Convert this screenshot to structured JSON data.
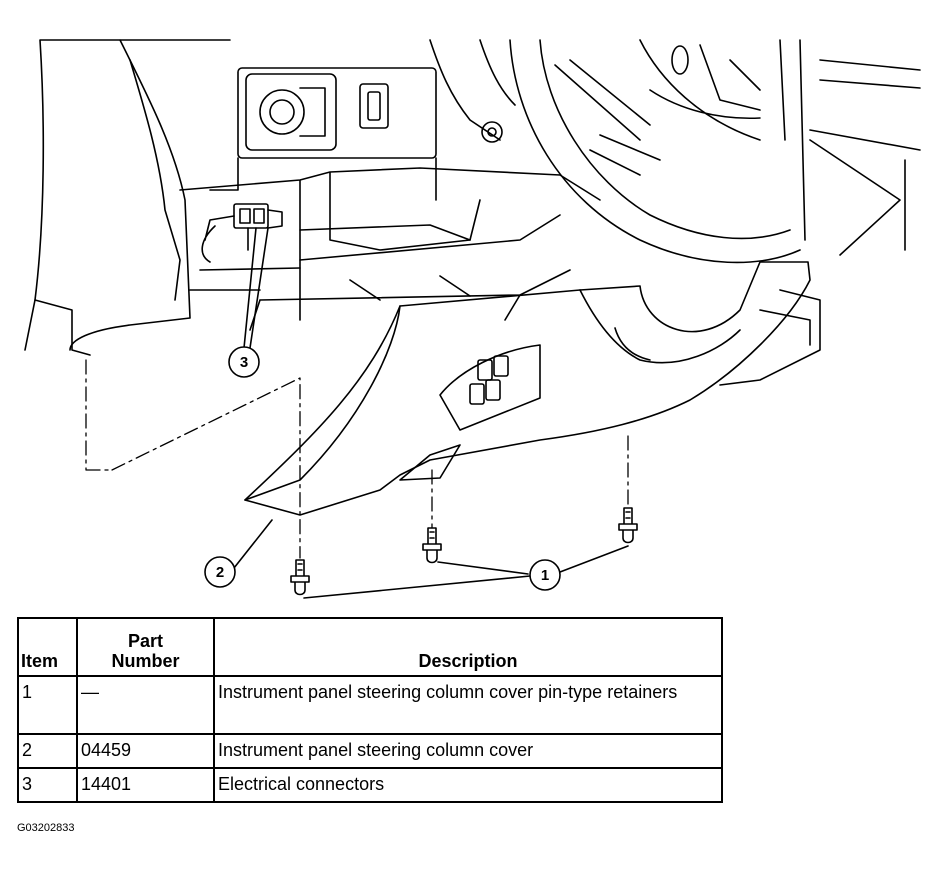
{
  "callouts": {
    "c1": "1",
    "c2": "2",
    "c3": "3"
  },
  "table": {
    "headers": {
      "item": "Item",
      "part_number_line1": "Part",
      "part_number_line2": "Number",
      "description": "Description"
    },
    "rows": [
      {
        "item": "1",
        "part_number": "—",
        "description": "Instrument panel steering column cover pin-type retainers"
      },
      {
        "item": "2",
        "part_number": "04459",
        "description": "Instrument panel steering column cover"
      },
      {
        "item": "3",
        "part_number": "14401",
        "description": "Electrical connectors"
      }
    ]
  },
  "figure_code": "G03202833"
}
